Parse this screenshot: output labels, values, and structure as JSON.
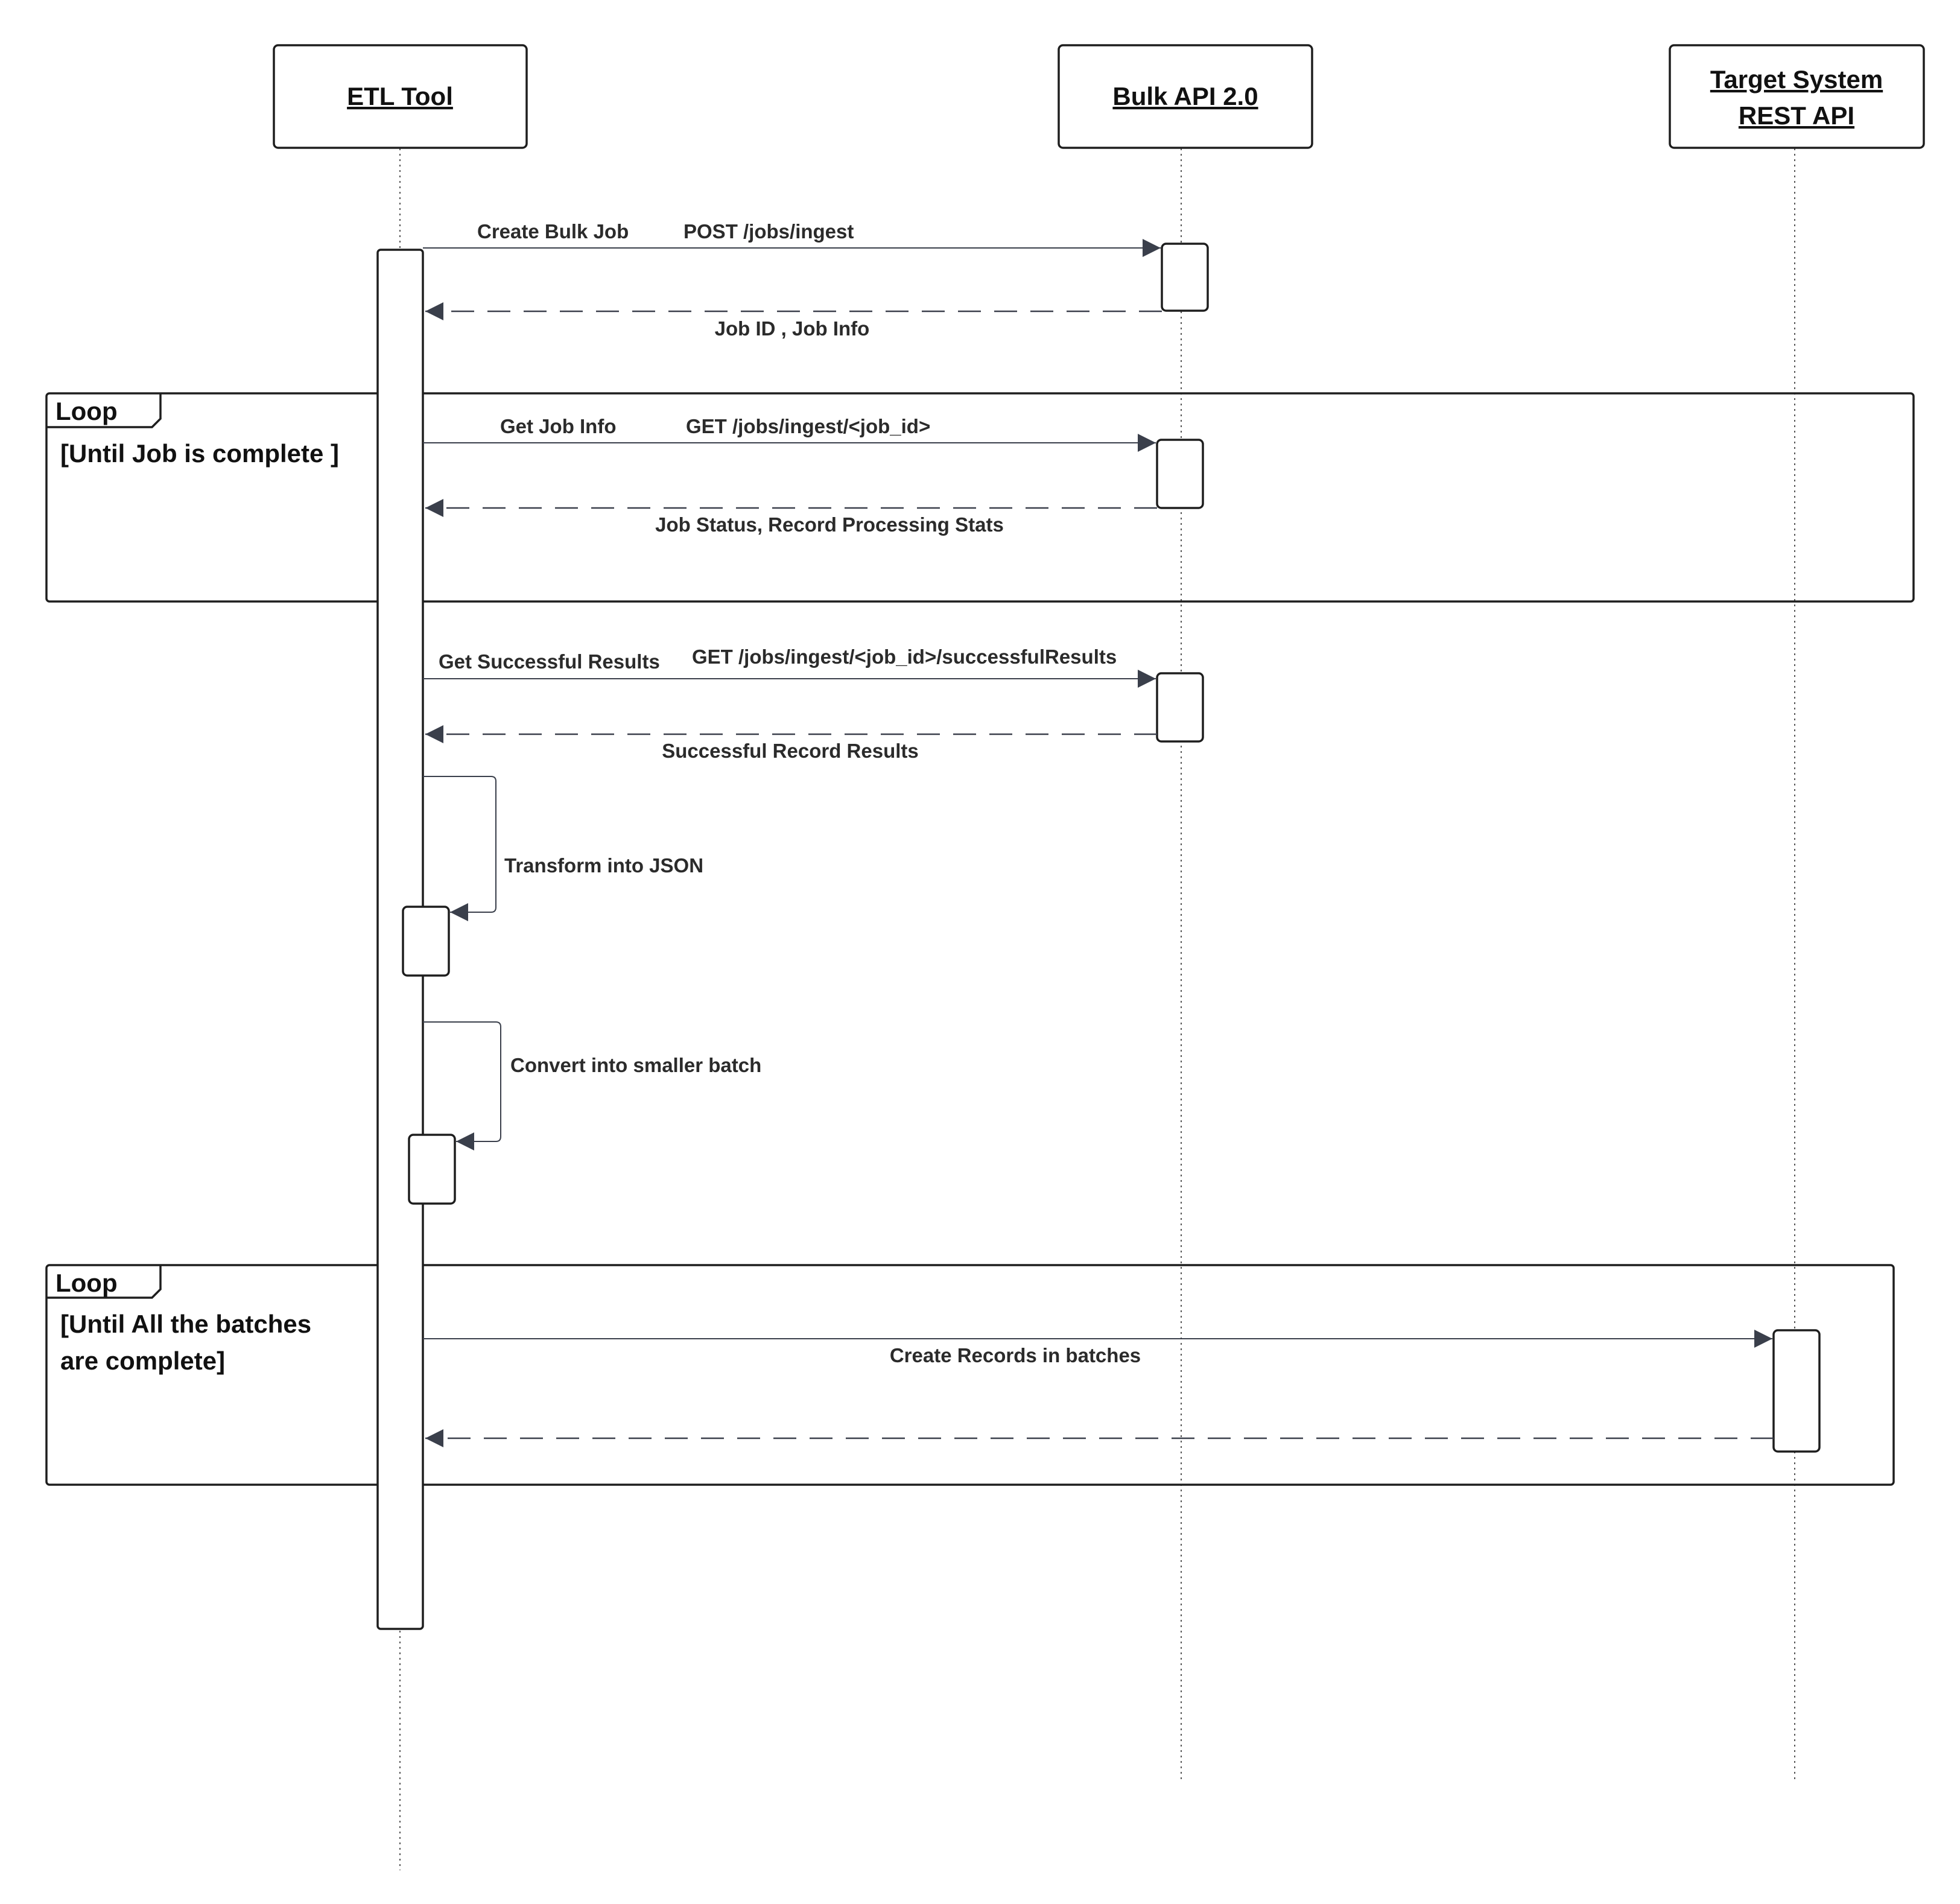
{
  "participants": {
    "etl": {
      "lines": [
        "ETL Tool"
      ]
    },
    "bulk": {
      "lines": [
        "Bulk API 2.0"
      ]
    },
    "target": {
      "lines": [
        "Target System",
        "REST API"
      ]
    }
  },
  "messages": {
    "create_job": {
      "label": "Create Bulk Job",
      "endpoint": "POST /jobs/ingest"
    },
    "create_job_reply": {
      "label": "Job ID , Job Info"
    },
    "get_job_info": {
      "label": "Get Job Info",
      "endpoint": "GET /jobs/ingest/<job_id>"
    },
    "get_job_info_reply": {
      "label": "Job Status, Record Processing Stats"
    },
    "get_results": {
      "label": "Get Successful Results",
      "endpoint": "GET /jobs/ingest/<job_id>/successfulResults"
    },
    "get_results_reply": {
      "label": "Successful Record Results"
    },
    "transform": {
      "label": "Transform into JSON"
    },
    "convert": {
      "label": "Convert into smaller batch"
    },
    "create_records": {
      "label": "Create Records in batches"
    }
  },
  "loops": {
    "job_poll": {
      "tag": "Loop",
      "guard": [
        "[Until Job is complete ]"
      ]
    },
    "batches": {
      "tag": "Loop",
      "guard": [
        "[Until All the batches",
        "are complete]"
      ]
    }
  },
  "colors": {
    "arrow": "#3a3f4b",
    "box_stroke": "#1e1e1e",
    "text": "#2b2b2b"
  }
}
